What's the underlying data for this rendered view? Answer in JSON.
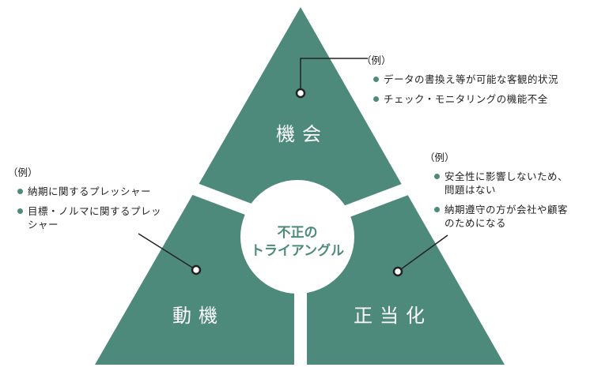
{
  "title_center": [
    "不正の",
    "トライアングル"
  ],
  "sections": {
    "opportunity": {
      "label": "機会",
      "example_label": "（例）",
      "examples": [
        "データの書換え等が可能な客観的状況",
        "チェック・モニタリングの機能不全"
      ]
    },
    "motive": {
      "label": "動機",
      "example_label": "（例）",
      "examples": [
        [
          "納期に関するプレッシャー"
        ],
        [
          "目標・ノルマに関するプレッ",
          "シャー"
        ]
      ]
    },
    "rationalization": {
      "label": "正当化",
      "example_label": "（例）",
      "examples": [
        [
          "安全性に影響しないため、",
          "問題はない"
        ],
        [
          "納期遵守の方が会社や顧客",
          "のためになる"
        ]
      ]
    }
  },
  "colors": {
    "triangle": "#4e8a7c",
    "bullet": "#4e8a7c",
    "center_text": "#4e8a7c",
    "background": "#ffffff"
  }
}
